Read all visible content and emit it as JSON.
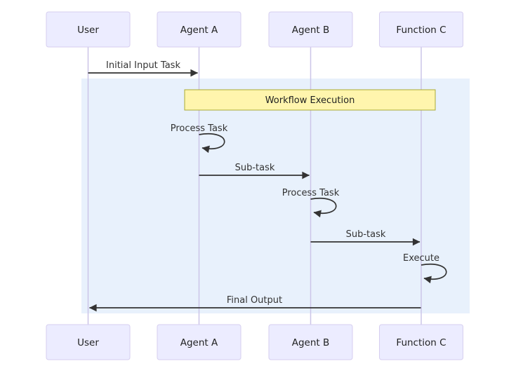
{
  "diagram": {
    "type": "sequence-diagram",
    "actors": [
      {
        "id": "user",
        "name": "User"
      },
      {
        "id": "agent-a",
        "name": "Agent A"
      },
      {
        "id": "agent-b",
        "name": "Agent B"
      },
      {
        "id": "function-c",
        "name": "Function C"
      }
    ],
    "note": {
      "label": "Workflow Execution",
      "over": [
        "Agent A",
        "Function C"
      ]
    },
    "messages": [
      {
        "from": "User",
        "to": "Agent A",
        "label": "Initial Input Task",
        "kind": "solid-arrow"
      },
      {
        "from": "Agent A",
        "to": "Agent A",
        "label": "Process Task",
        "kind": "self-loop"
      },
      {
        "from": "Agent A",
        "to": "Agent B",
        "label": "Sub-task",
        "kind": "solid-arrow"
      },
      {
        "from": "Agent B",
        "to": "Agent B",
        "label": "Process Task",
        "kind": "self-loop"
      },
      {
        "from": "Agent B",
        "to": "Function C",
        "label": "Sub-task",
        "kind": "solid-arrow"
      },
      {
        "from": "Function C",
        "to": "Function C",
        "label": "Execute",
        "kind": "self-loop"
      },
      {
        "from": "Function C",
        "to": "User",
        "label": "Final Output",
        "kind": "solid-arrow"
      }
    ],
    "highlight_region": {
      "description": "light blue background rect spanning workflow execution messages"
    },
    "colors": {
      "actor_fill": "#ECECFF",
      "actor_border": "#D6CEEF",
      "lifeline": "#CCC5E8",
      "signal": "#333333",
      "text": "#1f2020",
      "note_fill": "#FFF5AD",
      "note_border": "#AAAA33",
      "highlight_fill": "#E8F1FC"
    }
  }
}
